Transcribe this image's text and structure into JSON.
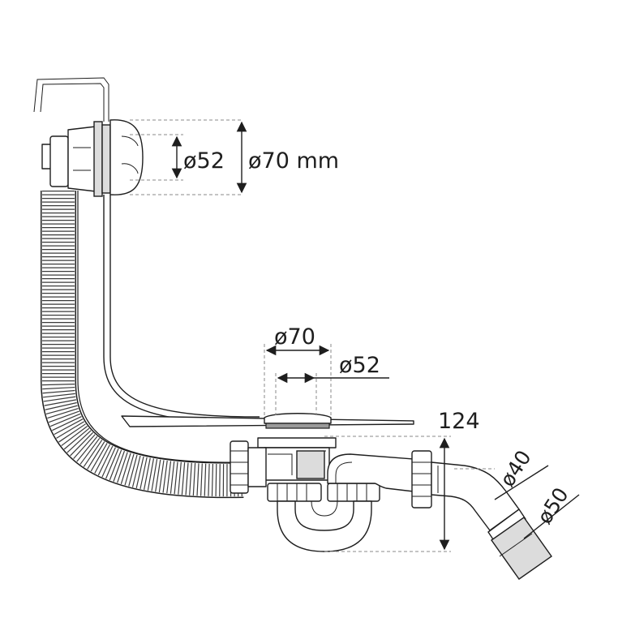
{
  "overflow_dimensions": {
    "inner_diameter": "ø52",
    "outer_diameter": "ø70 mm"
  },
  "drain_dimensions": {
    "outer_diameter": "ø70",
    "inner_diameter": "ø52"
  },
  "trap_height": "124",
  "outlet_dimensions": {
    "inner_diameter": "ø40",
    "outer_diameter": "ø50"
  }
}
